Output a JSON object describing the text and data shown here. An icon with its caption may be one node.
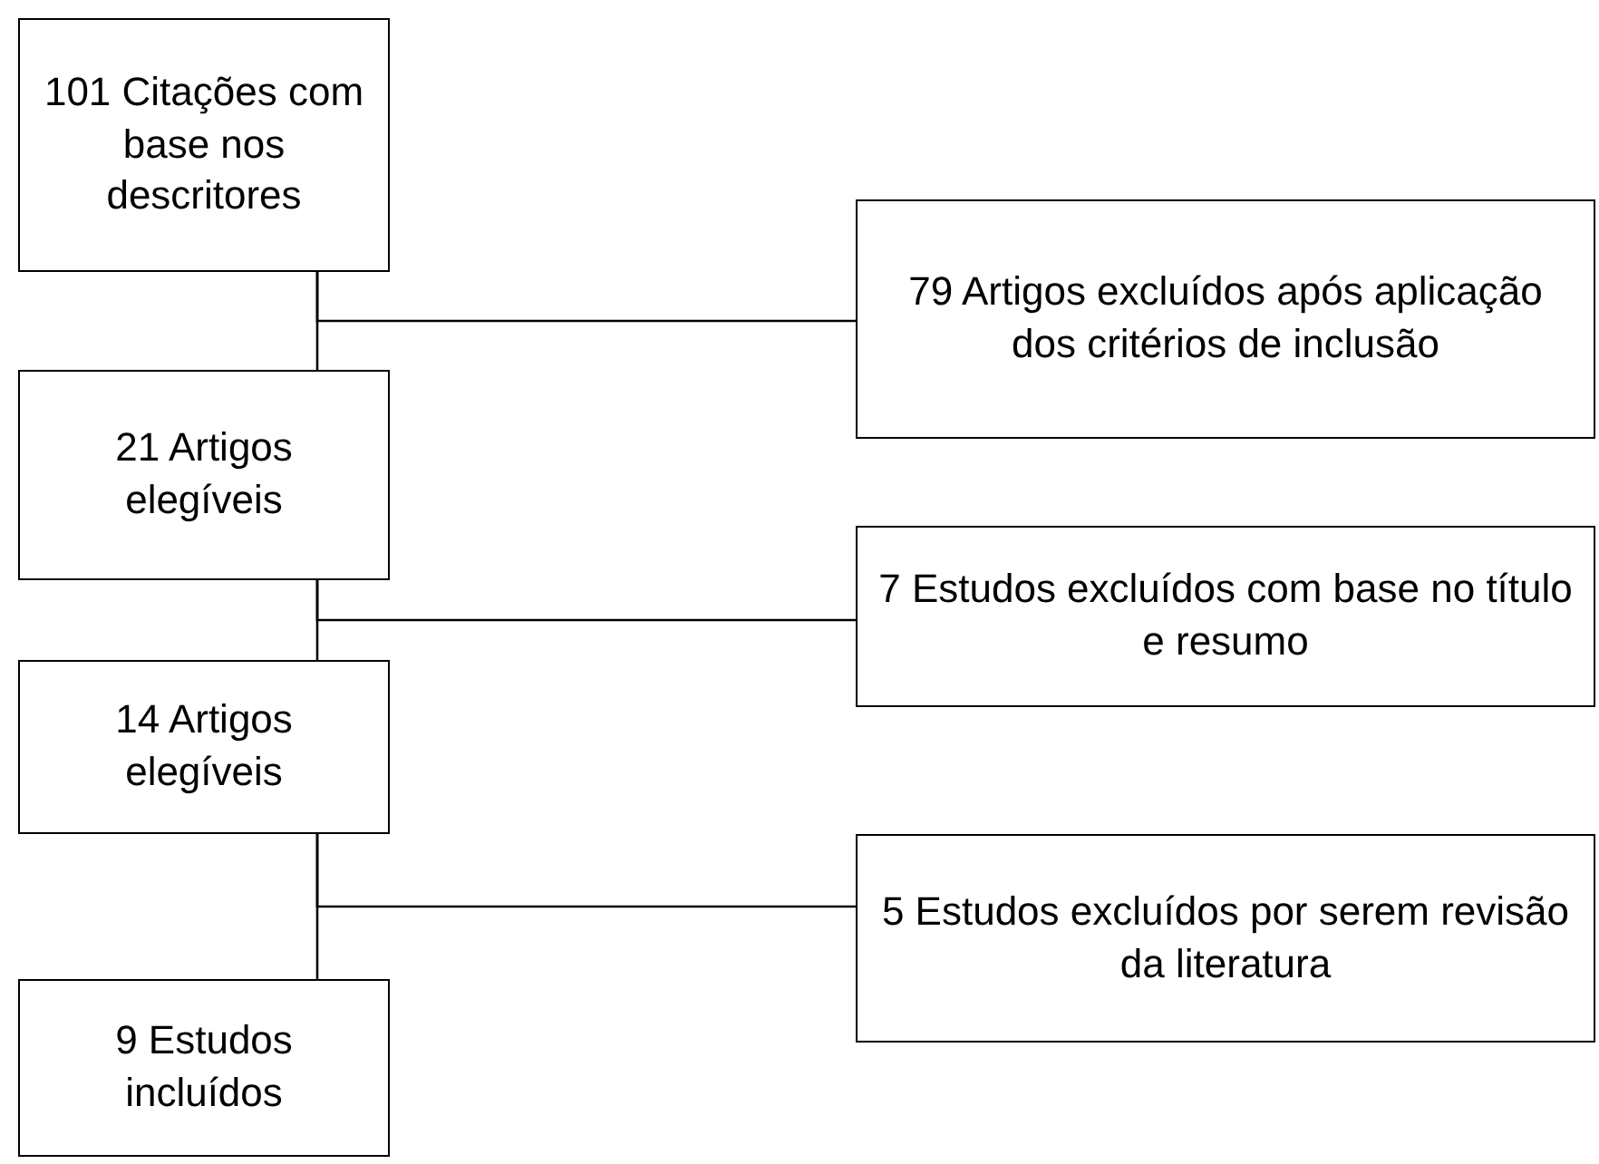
{
  "diagram": {
    "nodes": [
      {
        "text": [
          "101 Citações com base nos descritores"
        ]
      },
      {
        "text": [
          "79 Artigos excluídos após aplicação dos critérios de inclusão"
        ]
      },
      {
        "text": [
          "21 Artigos elegíveis"
        ]
      },
      {
        "text": [
          "7 Estudos excluídos com base no título e resumo"
        ]
      },
      {
        "text": [
          "14 Artigos elegíveis"
        ]
      },
      {
        "text": [
          "5 Estudos excluídos por serem revisão da literatura"
        ]
      },
      {
        "text": [
          "9 Estudos incluídos"
        ]
      }
    ],
    "edges": [
      {
        "from": 0,
        "to": 2,
        "arrow": "none"
      },
      {
        "from": 0,
        "to": 1,
        "arrow": "none"
      },
      {
        "from": 2,
        "to": 4,
        "arrow": "none"
      },
      {
        "from": 2,
        "to": 3,
        "arrow": "none"
      },
      {
        "from": 4,
        "to": 6,
        "arrow": "none"
      },
      {
        "from": 4,
        "to": 5,
        "arrow": "none"
      }
    ]
  }
}
